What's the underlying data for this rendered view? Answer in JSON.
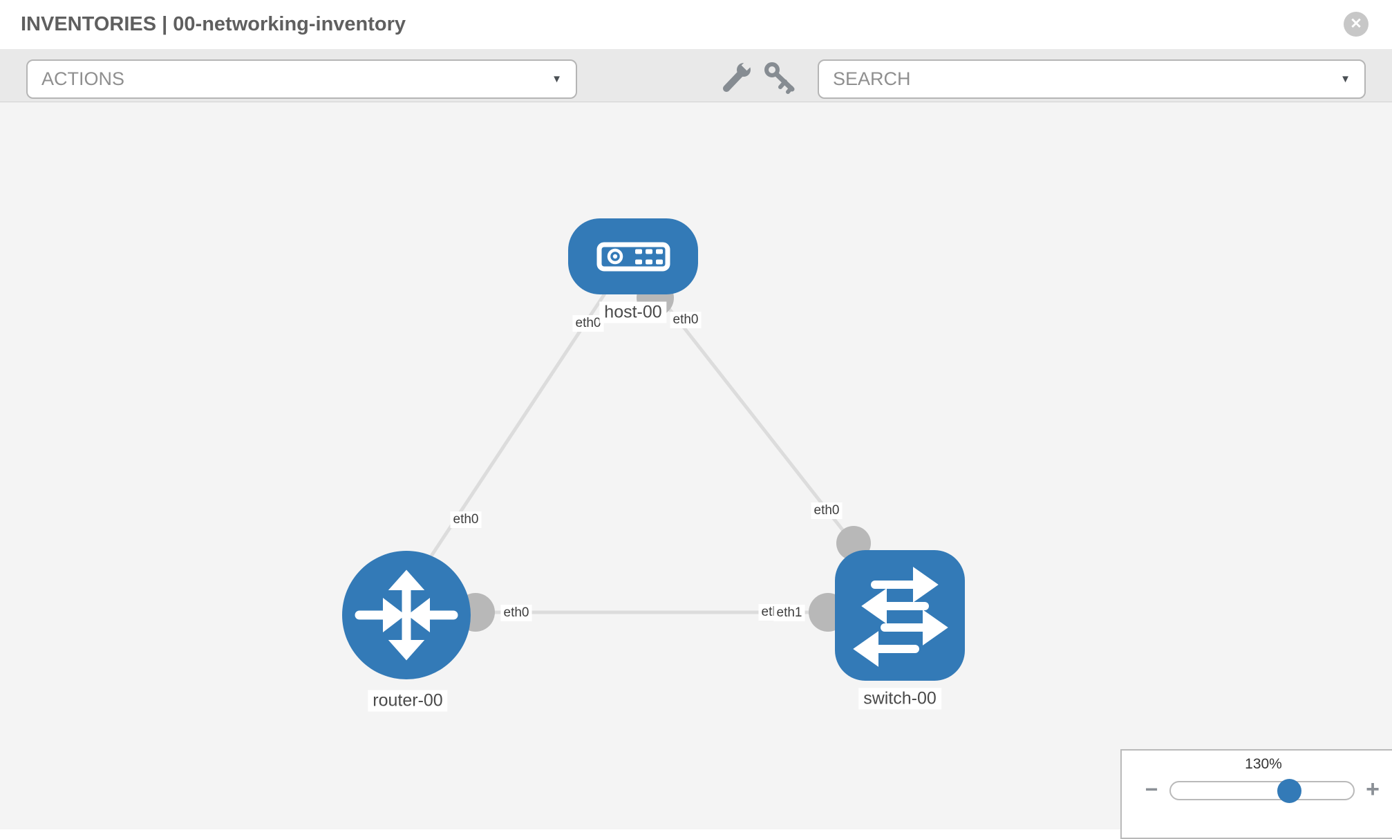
{
  "header": {
    "title": "INVENTORIES | 00-networking-inventory",
    "close_glyph": "✕"
  },
  "toolbar": {
    "actions": {
      "label": "ACTIONS"
    },
    "search": {
      "label": "SEARCH"
    },
    "caret_glyph": "▼",
    "icons": [
      "wrench-icon",
      "key-icon"
    ]
  },
  "topology": {
    "nodes": [
      {
        "label": "host-00",
        "type": "host"
      },
      {
        "label": "router-00",
        "type": "router"
      },
      {
        "label": "switch-00",
        "type": "switch"
      }
    ],
    "links": [
      {
        "from": "host-00",
        "to": "router-00",
        "from_interface": "eth0",
        "to_interface": "eth0"
      },
      {
        "from": "host-00",
        "to": "switch-00",
        "from_interface": "eth0",
        "to_interface": "eth0"
      },
      {
        "from": "router-00",
        "to": "switch-00",
        "from_interface": "eth0",
        "to_interface": "eth1",
        "to_interface_behind": "eth0"
      }
    ]
  },
  "zoom_control": {
    "level": "130%",
    "minus_glyph": "−",
    "plus_glyph": "+"
  },
  "colors": {
    "node_blue": "#337ab7",
    "link_gray": "#dcdcdc",
    "connector_gray": "#b8b8b8",
    "toolbar_bg": "#e9e9e9",
    "canvas_bg": "#f4f4f4"
  }
}
